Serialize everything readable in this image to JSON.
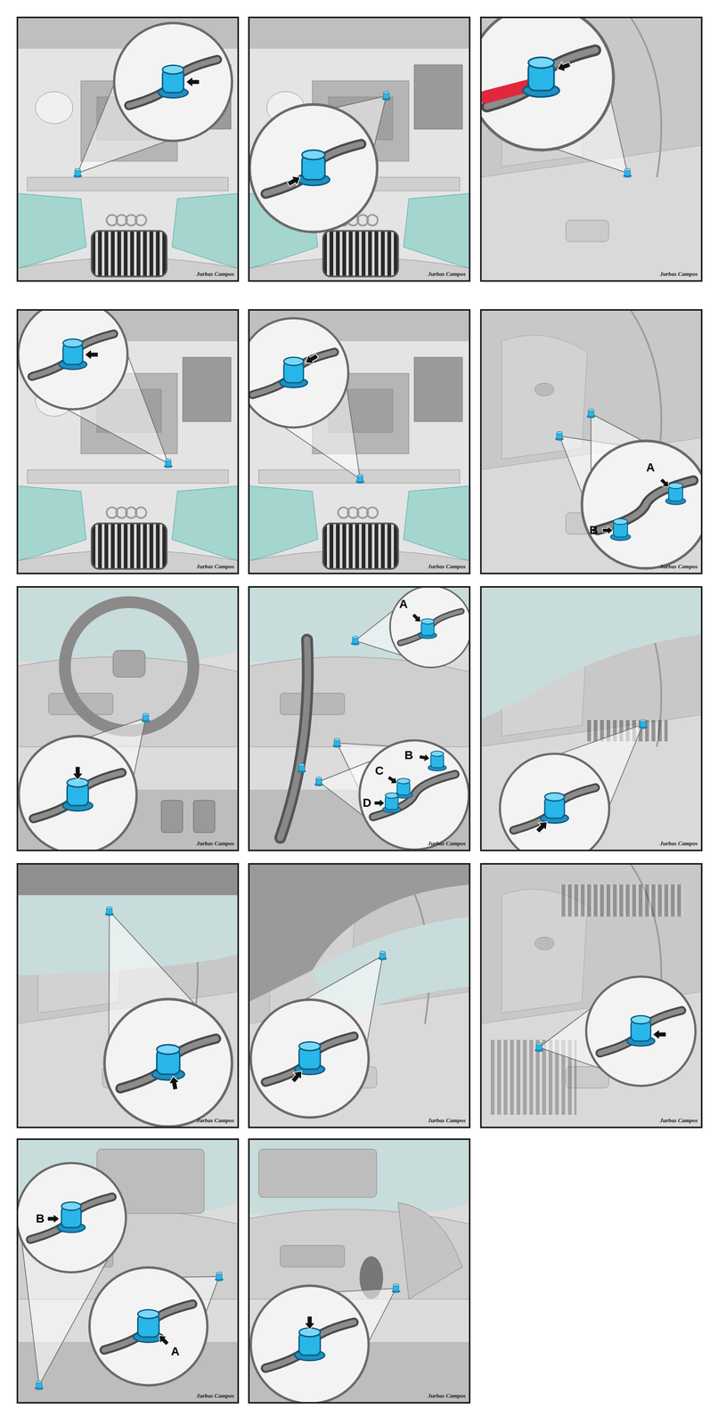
{
  "diagram": {
    "labels": [
      "Jurbas Campos",
      "Jurbas Campos",
      "Jurbas Campos",
      "Jurbas Campos",
      "Jurbas Campos",
      "A",
      "B",
      "Jurbas Campos",
      "Jurbas Campos",
      "A",
      "B",
      "C",
      "D",
      "Jurbas Campos",
      "Jurbas Campos",
      "Jurbas Campos",
      "Jurbas Campos",
      "Jurbas Campos",
      "B",
      "A",
      "Jurbas Campos",
      "Jurbas Campos"
    ]
  }
}
